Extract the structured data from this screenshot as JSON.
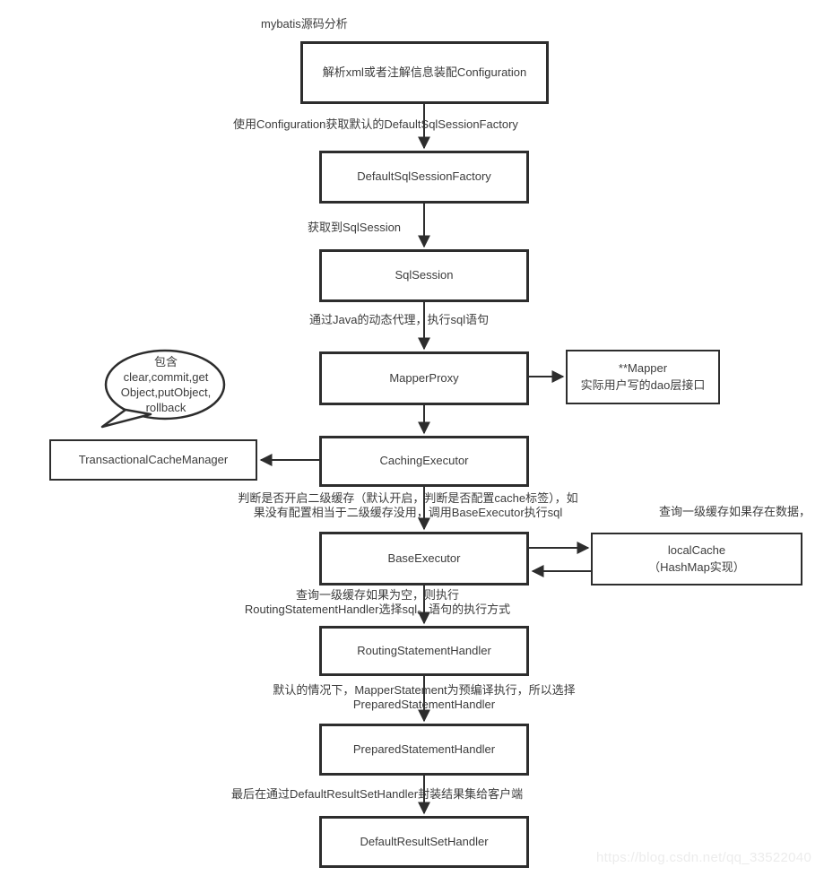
{
  "title": "mybatis源码分析",
  "nodes": {
    "config": "解析xml或者注解信息装配Configuration",
    "factory": "DefaultSqlSessionFactory",
    "sqlsession": "SqlSession",
    "mapperproxy": "MapperProxy",
    "mapper": "**Mapper\n实际用户写的dao层接口",
    "tcm": "TransactionalCacheManager",
    "caching": "CachingExecutor",
    "base": "BaseExecutor",
    "localcache": "localCache\n（HashMap实现）",
    "routing": "RoutingStatementHandler",
    "prepared": "PreparedStatementHandler",
    "result": "DefaultResultSetHandler"
  },
  "labels": {
    "to_factory": "使用Configuration获取默认的DefaultSqlSessionFactory",
    "to_sqlsession": "获取到SqlSession",
    "to_mapperproxy": "通过Java的动态代理，执行sql语句",
    "to_base": "判断是否开启二级缓存（默认开启，判断是否配置cache标签），如\n果没有配置相当于二级缓存没用，调用BaseExecutor执行sql",
    "localcache_note": "查询一级缓存如果存在数据，",
    "to_routing": "查询一级缓存如果为空，则执行\nRoutingStatementHandler选择sql。语句的执行方式",
    "to_prepared": "默认的情况下，MapperStatement为预编译执行，所以选择\nPreparedStatementHandler",
    "to_result": "最后在通过DefaultResultSetHandler封装结果集给客户端",
    "bubble": "包含\nclear,commit,get\nObject,putObject,\nrollback"
  },
  "watermark": "https://blog.csdn.net/qq_33522040",
  "colors": {
    "line": "#2d2d2d",
    "text": "#3c3c3c",
    "watermark": "#ececec",
    "background": "#ffffff"
  }
}
